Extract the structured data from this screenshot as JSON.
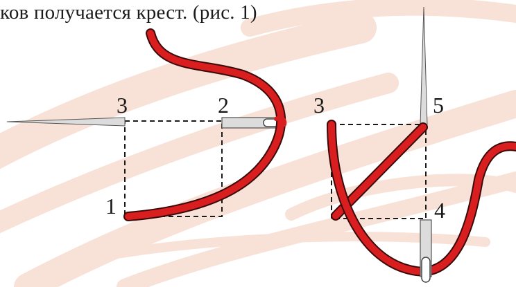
{
  "caption": "ков получается крест. (рис. 1)",
  "left_figure": {
    "labels": {
      "top_left": "3",
      "top_right": "2",
      "bottom_left": "1"
    }
  },
  "right_figure": {
    "labels": {
      "top_left": "3",
      "top_right": "5",
      "bottom_right": "4"
    }
  },
  "colors": {
    "thread": "#d81e1e",
    "thread_outline": "#3a0a0a",
    "background_swirl": "#f4c9b5",
    "needle": "#dcdcdc",
    "dash": "#1a1a1a"
  }
}
